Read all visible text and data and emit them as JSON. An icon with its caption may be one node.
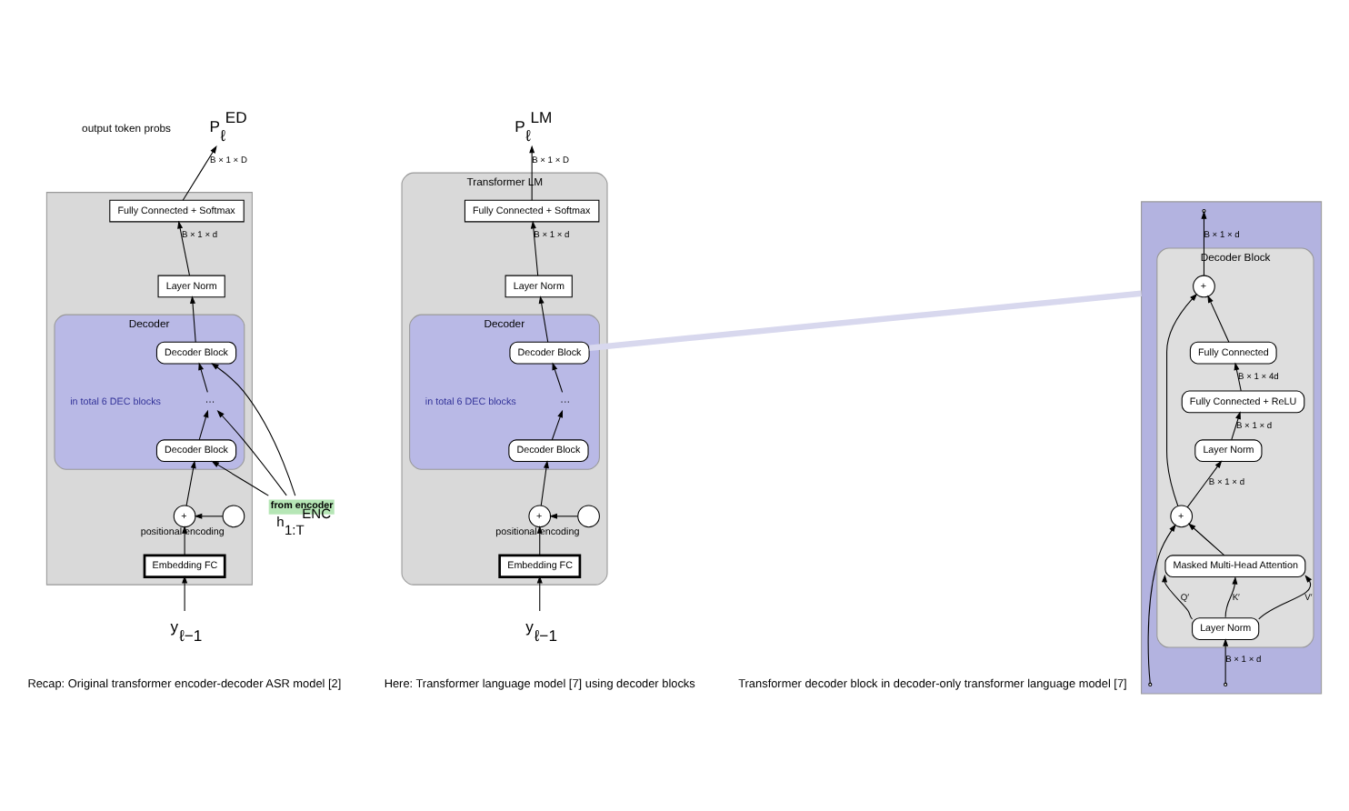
{
  "diagram": {
    "nodes": [
      {
        "text": [],
        "shape": "box"
      },
      {
        "text": [
          "P$_{ℓ}$$^{ED}$"
        ]
      },
      {
        "text": [
          "Fully Connected + Softmax"
        ],
        "in": 0
      },
      {
        "text": [
          "Layer Norm"
        ],
        "in": 0
      },
      {
        "text": [
          "Decoder"
        ],
        "in": 0
      },
      {
        "text": [
          "Decoder Block"
        ],
        "in": 4
      },
      {
        "text": [
          "Decoder Block"
        ],
        "in": 4
      },
      {
        "text": [
          "from encoder",
          "h$_{1:T}$$^{ENC}$"
        ]
      },
      {
        "text": [],
        "shape": "circle",
        "beside": [
          "positional encoding"
        ],
        "in": 0
      },
      {
        "text": [
          "+"
        ],
        "in": 0
      },
      {
        "text": [
          "Embedding FC"
        ],
        "in": 0
      },
      {
        "text": [
          "y$_{ℓ−1}$"
        ]
      },
      {
        "text": [
          "Transformer LM"
        ]
      },
      {
        "text": [
          "P$_{ℓ}$$^{LM}$"
        ]
      },
      {
        "text": [
          "Fully Connected + Softmax"
        ],
        "in": 12
      },
      {
        "text": [
          "Layer Norm"
        ],
        "in": 12
      },
      {
        "text": [
          "Decoder"
        ],
        "in": 12
      },
      {
        "text": [
          "Decoder Block"
        ],
        "in": 16
      },
      {
        "text": [
          "Decoder Block"
        ],
        "in": 16
      },
      {
        "text": [],
        "shape": "circle",
        "beside": [
          "positional encoding"
        ],
        "in": 12
      },
      {
        "text": [
          "+"
        ],
        "in": 12
      },
      {
        "text": [
          "Embedding FC"
        ],
        "in": 12
      },
      {
        "text": [
          "y$_{ℓ−1}$"
        ]
      },
      {
        "text": [],
        "shape": "box"
      },
      {
        "text": [
          "Decoder Block"
        ],
        "in": 23
      },
      {
        "text": [
          "+"
        ],
        "in": 24
      },
      {
        "text": [
          "Fully Connected"
        ],
        "in": 24
      },
      {
        "text": [
          "Fully Connected + ReLU"
        ],
        "in": 24
      },
      {
        "text": [
          "Layer Norm"
        ],
        "in": 24
      },
      {
        "text": [
          "+"
        ],
        "in": 24
      },
      {
        "text": [
          "Masked Multi-Head Attention"
        ],
        "in": 24
      },
      {
        "text": [
          "Layer Norm"
        ],
        "in": 24
      },
      {
        "text": [
          "···"
        ],
        "in": 4
      },
      {
        "text": [
          "···"
        ],
        "in": 16
      }
    ],
    "edges": [
      {
        "from": 11,
        "to": 10,
        "arrow": "to"
      },
      {
        "from": 10,
        "to": 9,
        "arrow": "to"
      },
      {
        "from": 8,
        "to": 9,
        "arrow": "to"
      },
      {
        "from": 9,
        "to": 6,
        "arrow": "to"
      },
      {
        "from": 6,
        "to": 32,
        "arrow": "to"
      },
      {
        "from": 32,
        "to": 5,
        "arrow": "to"
      },
      {
        "from": 5,
        "to": 3,
        "arrow": "to"
      },
      {
        "from": 3,
        "to": 2,
        "arrow": "to",
        "label": "B × 1 × d"
      },
      {
        "from": 2,
        "to": 1,
        "arrow": "to",
        "label": "B × 1 × D"
      },
      {
        "from": 7,
        "to": 5,
        "arrow": "to"
      },
      {
        "from": 7,
        "to": 32,
        "arrow": "to"
      },
      {
        "from": 7,
        "to": 6,
        "arrow": "to"
      },
      {
        "from": 22,
        "to": 21,
        "arrow": "to"
      },
      {
        "from": 21,
        "to": 20,
        "arrow": "to"
      },
      {
        "from": 19,
        "to": 20,
        "arrow": "to"
      },
      {
        "from": 20,
        "to": 18,
        "arrow": "to"
      },
      {
        "from": 18,
        "to": 33,
        "arrow": "to"
      },
      {
        "from": 33,
        "to": 17,
        "arrow": "to"
      },
      {
        "from": 17,
        "to": 15,
        "arrow": "to"
      },
      {
        "from": 15,
        "to": 14,
        "arrow": "to",
        "label": "B × 1 × d"
      },
      {
        "from": 14,
        "to": 13,
        "arrow": "to",
        "label": "B × 1 × D"
      },
      {
        "from": 17,
        "to": 23,
        "arrow": "none",
        "style": "thick",
        "color": "#d8d8ee"
      },
      {
        "from": 23,
        "to": 31,
        "arrow": "to",
        "label": "B × 1 × d"
      },
      {
        "from": 23,
        "to": 29,
        "arrow": "to"
      },
      {
        "from": 31,
        "to": 30,
        "arrow": "to",
        "label": "Q′"
      },
      {
        "from": 31,
        "to": 30,
        "arrow": "to",
        "label": "K′"
      },
      {
        "from": 31,
        "to": 30,
        "arrow": "to",
        "label": "V′"
      },
      {
        "from": 30,
        "to": 29,
        "arrow": "to"
      },
      {
        "from": 29,
        "to": 28,
        "arrow": "to",
        "label": "B × 1 × d"
      },
      {
        "from": 28,
        "to": 27,
        "arrow": "to",
        "label": "B × 1 × d"
      },
      {
        "from": 27,
        "to": 26,
        "arrow": "to",
        "label": "B × 1 × 4d"
      },
      {
        "from": 26,
        "to": 25,
        "arrow": "to"
      },
      {
        "from": 29,
        "to": 25,
        "arrow": "to"
      },
      {
        "from": 25,
        "to": 23,
        "arrow": "to",
        "label": "B × 1 × d"
      }
    ],
    "labels": [
      "output token probs",
      "in total 6 DEC blocks",
      "in total 6 DEC blocks",
      "Recap: Original transformer encoder-decoder ASR model [2]",
      "Here: Transformer language model [7] using decoder blocks",
      "Transformer decoder block in decoder-only transformer language model [7]"
    ]
  }
}
